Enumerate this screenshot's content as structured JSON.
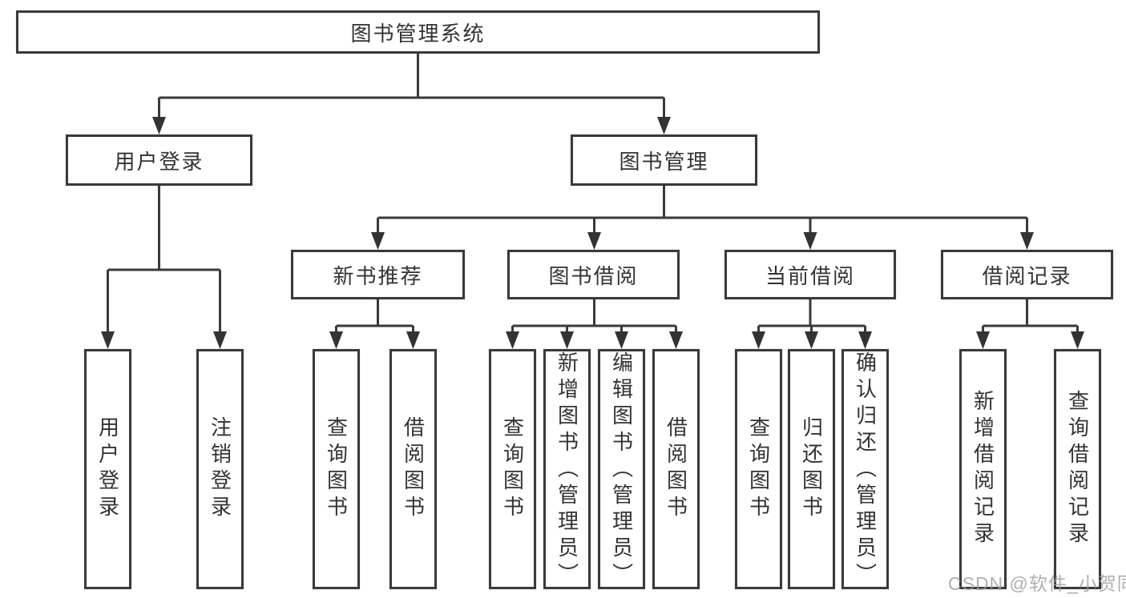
{
  "diagram": {
    "title": "图书管理系统",
    "branches": [
      {
        "label": "用户登录",
        "children": [
          {
            "label": "用户登录"
          },
          {
            "label": "注销登录"
          }
        ]
      },
      {
        "label": "图书管理",
        "children": [
          {
            "label": "新书推荐",
            "children": [
              {
                "label": "查询图书"
              },
              {
                "label": "借阅图书"
              }
            ]
          },
          {
            "label": "图书借阅",
            "children": [
              {
                "label": "查询图书"
              },
              {
                "label": "新增图书（管理员）"
              },
              {
                "label": "编辑图书（管理员）"
              },
              {
                "label": "借阅图书"
              }
            ]
          },
          {
            "label": "当前借阅",
            "children": [
              {
                "label": "查询图书"
              },
              {
                "label": "归还图书"
              },
              {
                "label": "确认归还（管理员）"
              }
            ]
          },
          {
            "label": "借阅记录",
            "children": [
              {
                "label": "新增借阅记录"
              },
              {
                "label": "查询借阅记录"
              }
            ]
          }
        ]
      }
    ]
  },
  "watermark": "CSDN @软件_小贺同学",
  "colors": {
    "line": "#3a3a3a",
    "text": "#333333",
    "watermark": "#9b9b9b"
  }
}
